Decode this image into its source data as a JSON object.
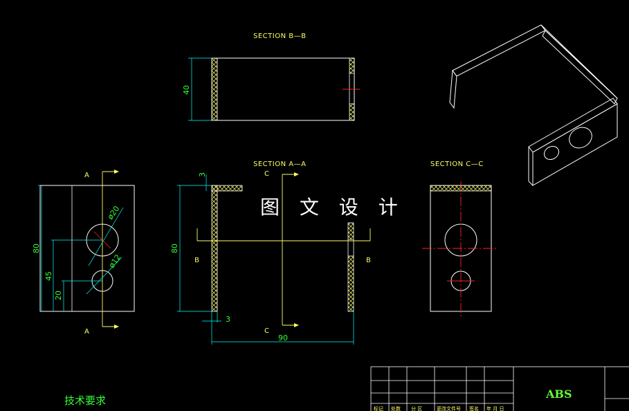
{
  "watermark": "图 文 设 计",
  "sections": {
    "bb": "SECTION B—B",
    "aa": "SECTION A—A",
    "cc": "SECTION C—C"
  },
  "labels": {
    "A": "A",
    "B": "B",
    "C": "C"
  },
  "dims": {
    "d40": "40",
    "d80": "80",
    "d45": "45",
    "d20": "20",
    "d3": "3",
    "d90": "90",
    "dia20": "ø20",
    "dia12": "ø12"
  },
  "title_block": {
    "material": "ABS",
    "headers": [
      "标记",
      "处数",
      "分 区",
      "更改文件号",
      "签名",
      "年 月 日"
    ]
  },
  "tech_requirements": "技术要求",
  "colors": {
    "outline": "#ffffff",
    "dimension": "#00ffff",
    "text": "#ffff66",
    "centerline": "#ff2222",
    "hatch": "#ffff66"
  }
}
